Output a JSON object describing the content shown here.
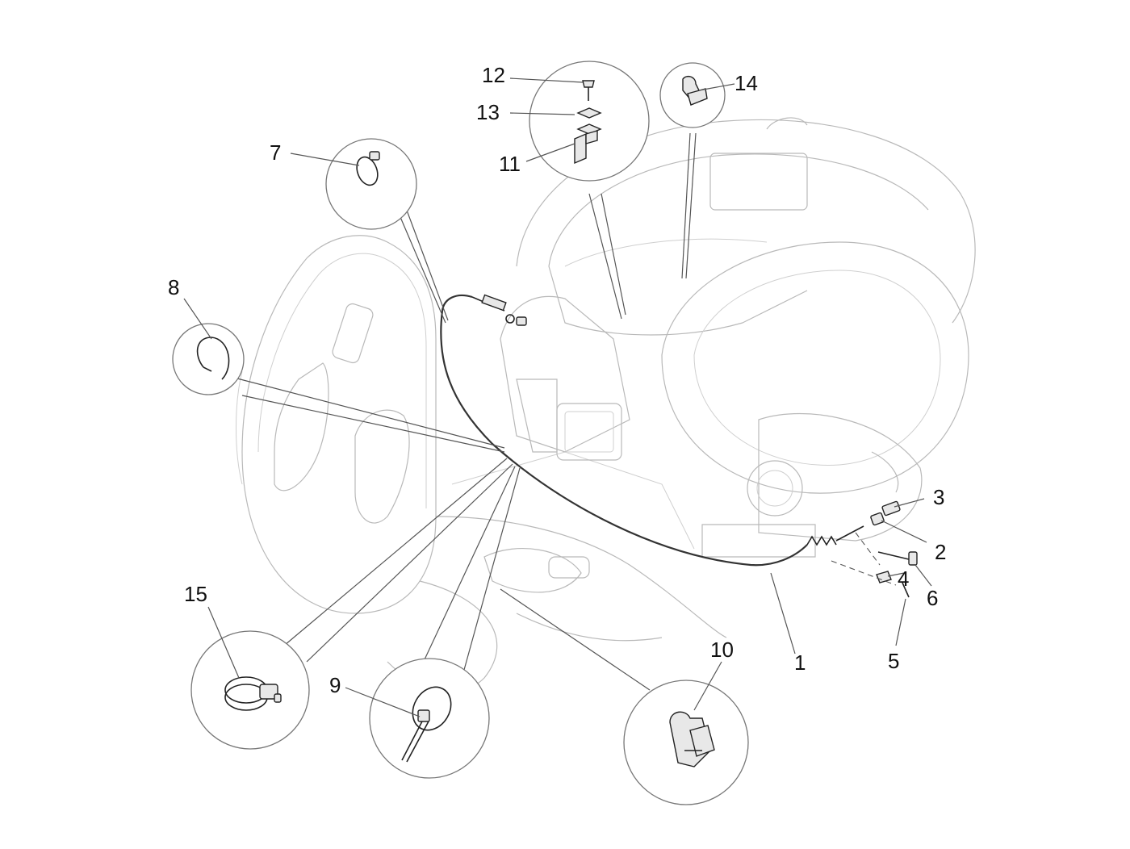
{
  "diagram": {
    "callouts": [
      {
        "id": "1",
        "label": "1"
      },
      {
        "id": "2",
        "label": "2"
      },
      {
        "id": "3",
        "label": "3"
      },
      {
        "id": "4",
        "label": "4"
      },
      {
        "id": "5",
        "label": "5"
      },
      {
        "id": "6",
        "label": "6"
      },
      {
        "id": "7",
        "label": "7"
      },
      {
        "id": "8",
        "label": "8"
      },
      {
        "id": "9",
        "label": "9"
      },
      {
        "id": "10",
        "label": "10"
      },
      {
        "id": "11",
        "label": "11"
      },
      {
        "id": "12",
        "label": "12"
      },
      {
        "id": "13",
        "label": "13"
      },
      {
        "id": "14",
        "label": "14"
      },
      {
        "id": "15",
        "label": "15"
      }
    ]
  }
}
